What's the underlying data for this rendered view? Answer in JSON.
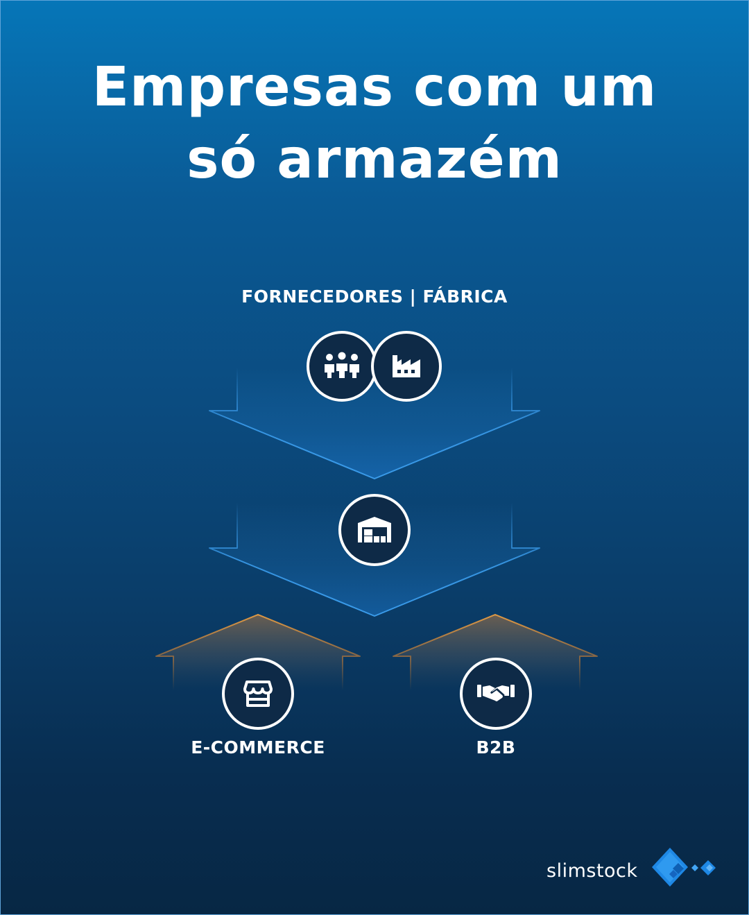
{
  "title": {
    "line1": "Empresas com um",
    "line2": "só armazém"
  },
  "top_label": "FORNECEDORES | FÁBRICA",
  "nodes": {
    "suppliers": {
      "icon": "people-group-icon"
    },
    "factory": {
      "icon": "factory-icon"
    },
    "warehouse": {
      "icon": "warehouse-icon"
    },
    "ecommerce": {
      "icon": "storefront-icon",
      "label": "E-COMMERCE"
    },
    "b2b": {
      "icon": "handshake-icon",
      "label": "B2B"
    }
  },
  "brand": {
    "name": "slimstock"
  },
  "colors": {
    "background_top": "#0676b8",
    "background_bottom": "#072744",
    "arrow_blue": "#2f8fe0",
    "arrow_orange": "#d08a3a",
    "node_fill": "#0e2a47",
    "logo_blue": "#1e88e5"
  }
}
